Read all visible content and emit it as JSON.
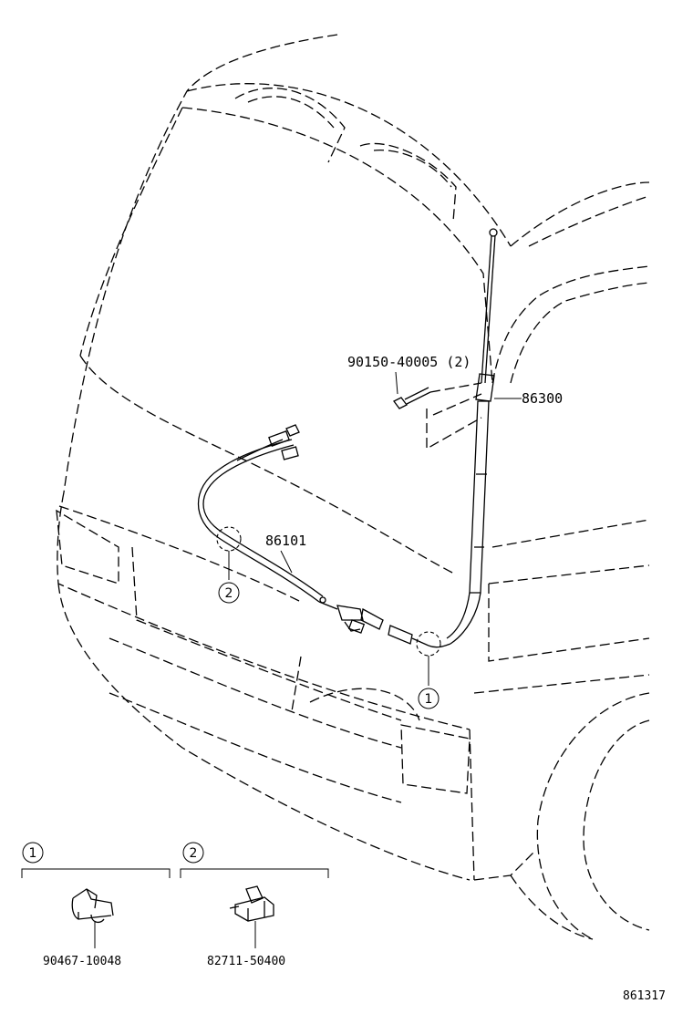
{
  "parts": {
    "cord": "86101",
    "antenna": "86300",
    "screw": "90150-40005 (2)",
    "clamp_1": "90467-10048",
    "clamp_2": "82711-50400"
  },
  "refs": {
    "one": "1",
    "two": "2"
  },
  "diagram_code": "861317",
  "colors": {
    "line": "#000000",
    "background": "#ffffff"
  },
  "icons": [
    "antenna-mast",
    "antenna-cord",
    "screw",
    "clamp-1",
    "clamp-2"
  ]
}
